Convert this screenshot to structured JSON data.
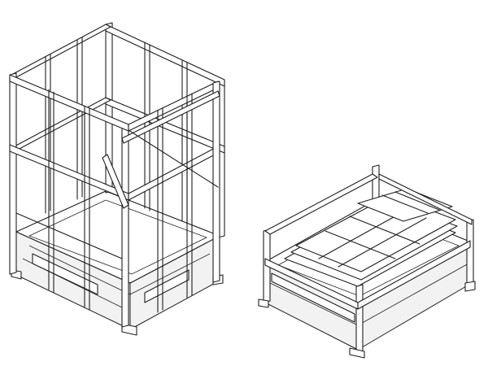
{
  "figure": {
    "background": "#ffffff",
    "line_color": "#1e1e1e",
    "views": [
      {
        "name": "assembled-cage",
        "state": "erected"
      },
      {
        "name": "collapsed-cage",
        "state": "folded"
      }
    ]
  }
}
